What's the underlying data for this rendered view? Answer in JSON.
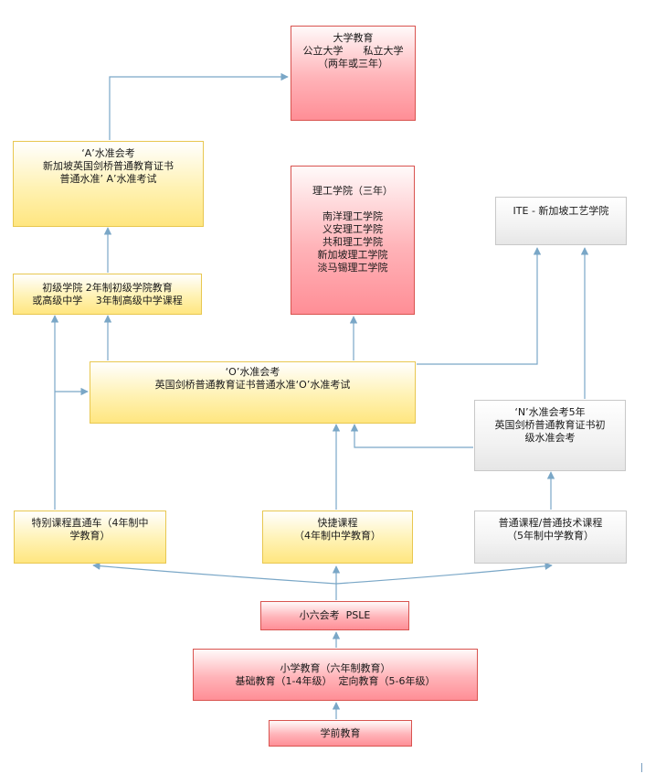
{
  "university": {
    "lines": [
      "大学教育",
      "公立大学　　私立大学",
      "（两年或三年）"
    ]
  },
  "a_level": {
    "lines": [
      "‘A’水准会考",
      "新加坡英国剑桥普通教育证书",
      "普通水准’ A’水准考试"
    ]
  },
  "polytechnic": {
    "title": "理工学院（三年）",
    "schools": [
      "南洋理工学院",
      "义安理工学院",
      "共和理工学院",
      "新加坡理工学院",
      "淡马锡理工学院"
    ]
  },
  "ite": {
    "label": "ITE - 新加坡工艺学院"
  },
  "junior_college": {
    "lines": [
      "初级学院 2年制初级学院教育",
      "或高级中学　 3年制高级中学课程"
    ]
  },
  "o_level": {
    "lines": [
      "‘O’水准会考",
      "英国剑桥普通教育证书普通水准‘O’水准考试"
    ]
  },
  "n_level": {
    "lines": [
      "‘N’水准会考5年",
      "英国剑桥普通教育证书初",
      "级水准会考"
    ]
  },
  "ip_track": {
    "lines": [
      "特别课程直通车（4年制中",
      "学教育）"
    ]
  },
  "express": {
    "lines": [
      "快捷课程",
      "（4年制中学教育）"
    ]
  },
  "normal": {
    "lines": [
      "普通课程/普通技术课程",
      "（5年制中学教育）"
    ]
  },
  "psle": {
    "label": "小六会考  PSLE"
  },
  "primary": {
    "lines": [
      "小学教育（六年制教育）",
      "基础教育（1-4年级）  定向教育（5-6年级）"
    ]
  },
  "preschool": {
    "label": "学前教育"
  },
  "colors": {
    "connector": "#7aa7c7",
    "yellow_border": "#e8c750",
    "red_border": "#d9534f",
    "gray_border": "#c8c8c8"
  }
}
